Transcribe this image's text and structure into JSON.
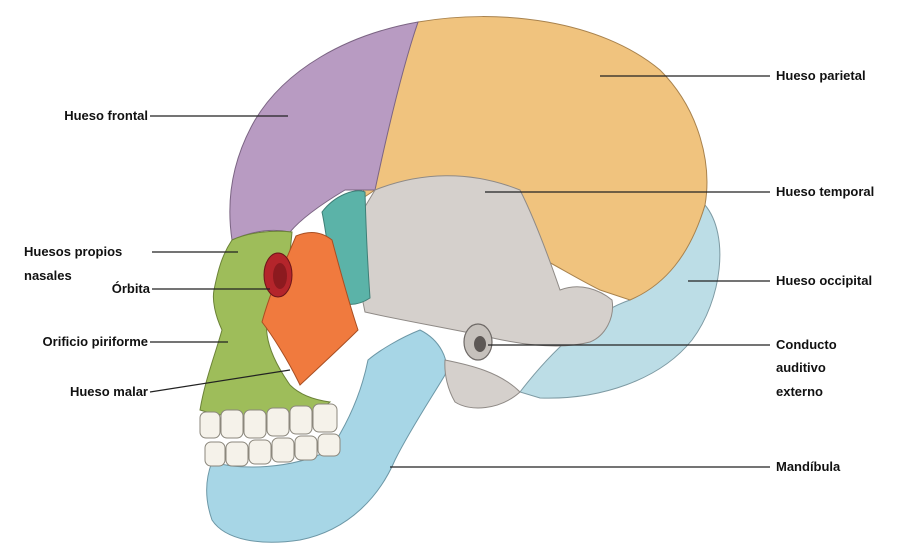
{
  "labels": {
    "frontal": "Hueso frontal",
    "nasales_1": "Huesos propios",
    "nasales_2": "nasales",
    "orbita": "Órbita",
    "piriforme": "Orificio piriforme",
    "malar": "Hueso malar",
    "parietal": "Hueso parietal",
    "temporal": "Hueso temporal",
    "occipital": "Hueso occipital",
    "conducto_1": "Conducto",
    "conducto_2": "auditivo",
    "conducto_3": "externo",
    "mandibula": "Mandíbula"
  },
  "colors": {
    "frontal": "#b89bc2",
    "parietal": "#f0c37e",
    "temporal": "#d5d0cc",
    "occipital": "#bcdde6",
    "malar": "#f07a3e",
    "orbita": "#b4252b",
    "nasal": "#5bb3a8",
    "maxilar": "#9ebd5a",
    "mandibula": "#a7d6e6",
    "teeth": "#f5f2ea"
  }
}
